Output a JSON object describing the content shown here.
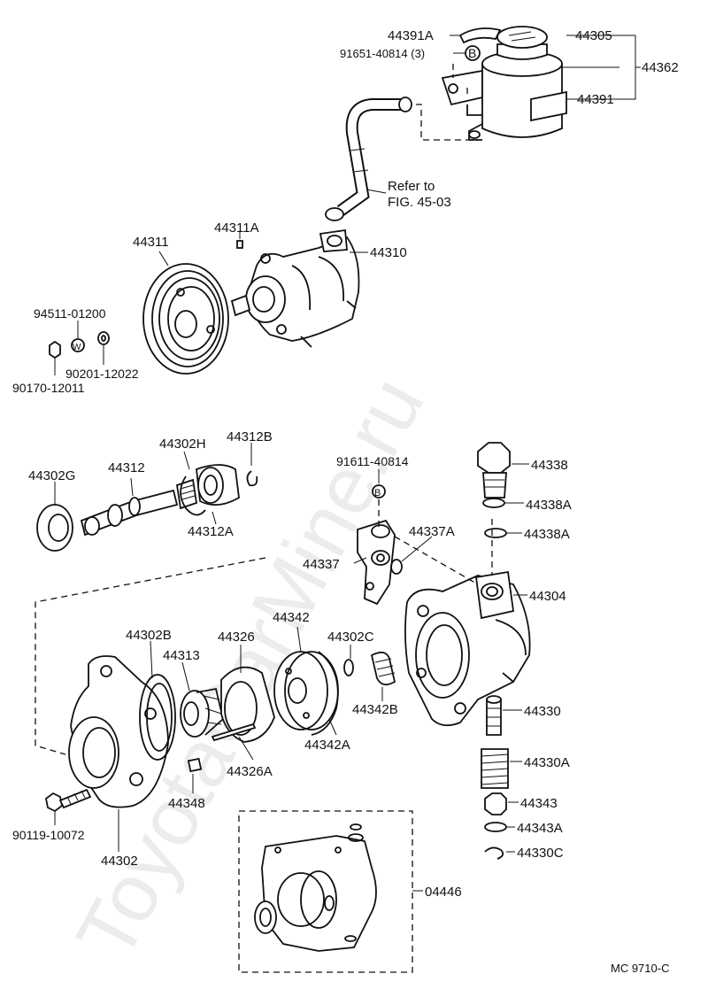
{
  "watermark": "ToyotaCarMine.ru",
  "figure_code": "MC 9710-C",
  "reference": {
    "line1": "Refer to",
    "line2": "FIG. 45-03"
  },
  "markers": {
    "bolt_mark": "B",
    "washer_mark": "W"
  },
  "labels": {
    "p44391A": "44391A",
    "p91651": "91651-40814 (3)",
    "p44305": "44305",
    "p44362": "44362",
    "p44391": "44391",
    "p44311": "44311",
    "p44311A": "44311A",
    "p44310": "44310",
    "p94511": "94511-01200",
    "p90201": "90201-12022",
    "p90170": "90170-12011",
    "p44302G": "44302G",
    "p44312": "44312",
    "p44302H": "44302H",
    "p44312B": "44312B",
    "p44312A": "44312A",
    "p91611": "91611-40814",
    "p44337A": "44337A",
    "p44337": "44337",
    "p44338": "44338",
    "p44338A_1": "44338A",
    "p44338A_2": "44338A",
    "p44304": "44304",
    "p44302B": "44302B",
    "p44313": "44313",
    "p44326": "44326",
    "p44342": "44342",
    "p44302C": "44302C",
    "p44342B": "44342B",
    "p44342A": "44342A",
    "p44326A": "44326A",
    "p44348": "44348",
    "p90119": "90119-10072",
    "p44302": "44302",
    "p44330": "44330",
    "p44330A": "44330A",
    "p44343": "44343",
    "p44343A": "44343A",
    "p44330C": "44330C",
    "p04446": "04446"
  }
}
